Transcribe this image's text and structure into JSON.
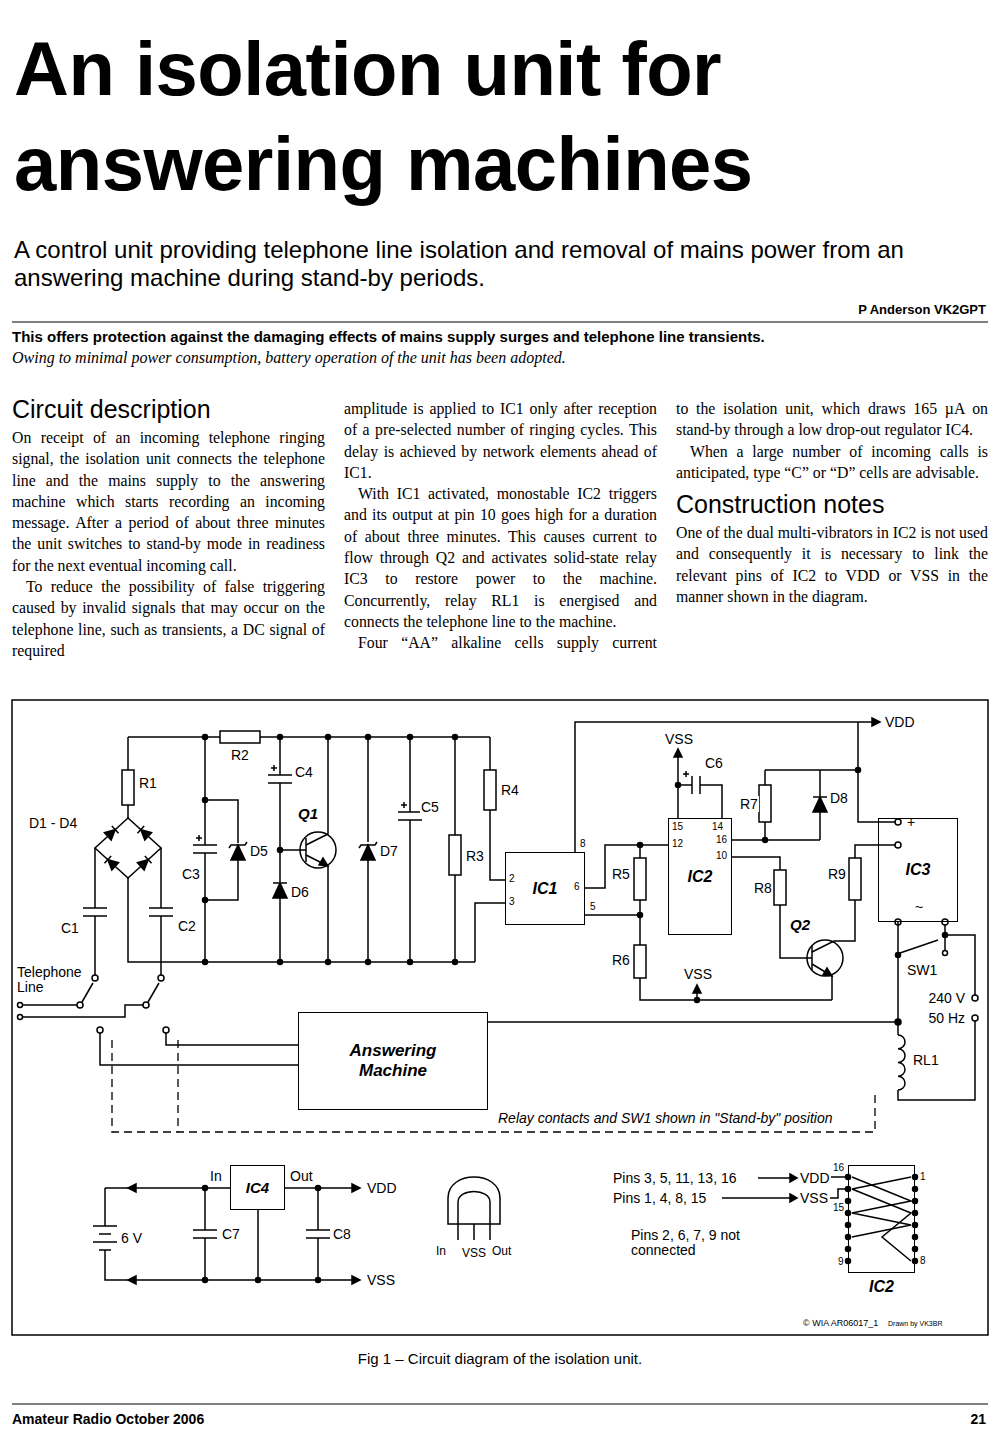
{
  "diagram": {
    "title": "An isolation unit for answering machines",
    "caption": "Fig 1 – Circuit diagram of the isolation unit.",
    "nodes": [
      {
        "text": [
          "IC1"
        ]
      },
      {
        "text": [
          "IC2"
        ]
      },
      {
        "text": [
          "IC3"
        ]
      },
      {
        "text": [
          "Answering Machine"
        ]
      },
      {
        "text": [
          "IC4"
        ]
      },
      {
        "text": [
          "IC2"
        ]
      }
    ],
    "edges": [
      {
        "from": 0,
        "to": 1,
        "arrow": "none"
      },
      {
        "from": 2,
        "to": 3,
        "arrow": "none"
      }
    ],
    "labels": [
      "A control unit providing telephone line isolation and removal of mains power from an answering machine during stand-by periods.",
      "P Anderson VK2GPT",
      "This offers protection against the damaging effects of mains supply surges and telephone line transients.",
      "Owing to minimal power consumption, battery operation of the unit has been adopted.",
      "Circuit description",
      "On receipt of an incoming telephone ringing signal, the isolation unit connects the telephone line and the mains supply to the answering machine which starts recording an incoming message. After a period of about three minutes the unit switches to stand-by mode in readiness for the next eventual incoming call.",
      "To reduce the possibility of false triggering caused by invalid signals that may occur on the telephone line, such as transients, a DC signal of required",
      "amplitude is applied to IC1 only after reception of a pre-selected number of ringing cycles. This delay is achieved by network elements ahead of IC1.",
      "With IC1 activated, monostable IC2 triggers and its output at pin 10 goes high for a duration of about three minutes. This causes current to flow through Q2 and activates solid-state relay IC3 to restore power to the machine. Concurrently, relay RL1 is energised and connects the telephone line to the machine.",
      "Four “AA” alkaline cells supply current",
      "to the isolation unit, which draws 165 µA on stand-by through a low drop-out regulator IC4.",
      "When a large number of incoming calls is anticipated, type “C” or “D” cells are advisable.",
      "Construction notes",
      "One of the dual multi-vibrators in IC2 is not used and consequently it is necessary to link the relevant pins of IC2 to VDD or VSS in the manner shown in the diagram.",
      "R1",
      "D1 - D4",
      "C1",
      "C2",
      "Telephone Line",
      "R2",
      "C3",
      "D5",
      "C4",
      "Q1",
      "D6",
      "D7",
      "C5",
      "R3",
      "R4",
      "8",
      "2",
      "3",
      "6",
      "5",
      "R5",
      "R6",
      "VSS",
      "VSS",
      "C6",
      "15",
      "14",
      "12",
      "16",
      "10",
      "R7",
      "D8",
      "R8",
      "R9",
      "Q2",
      "VDD",
      "+",
      "~",
      "SW1",
      "240 V",
      "50 Hz",
      "RL1",
      "Relay contacts and SW1 shown in \"Stand-by\" position",
      "6 V",
      "In",
      "Out",
      "C7",
      "C8",
      "VDD",
      "VSS",
      "In",
      "VSS",
      "Out",
      "Pins 3, 5, 11, 13, 16",
      "VDD",
      "Pins 1, 4, 8, 15",
      "VSS",
      "Pins 2, 6, 7, 9 not connected",
      "16",
      "15",
      "1",
      "9",
      "8",
      "© WIA AR06017_1",
      "Drawn by VK3BR",
      "Amateur Radio October 2006",
      "21"
    ]
  }
}
